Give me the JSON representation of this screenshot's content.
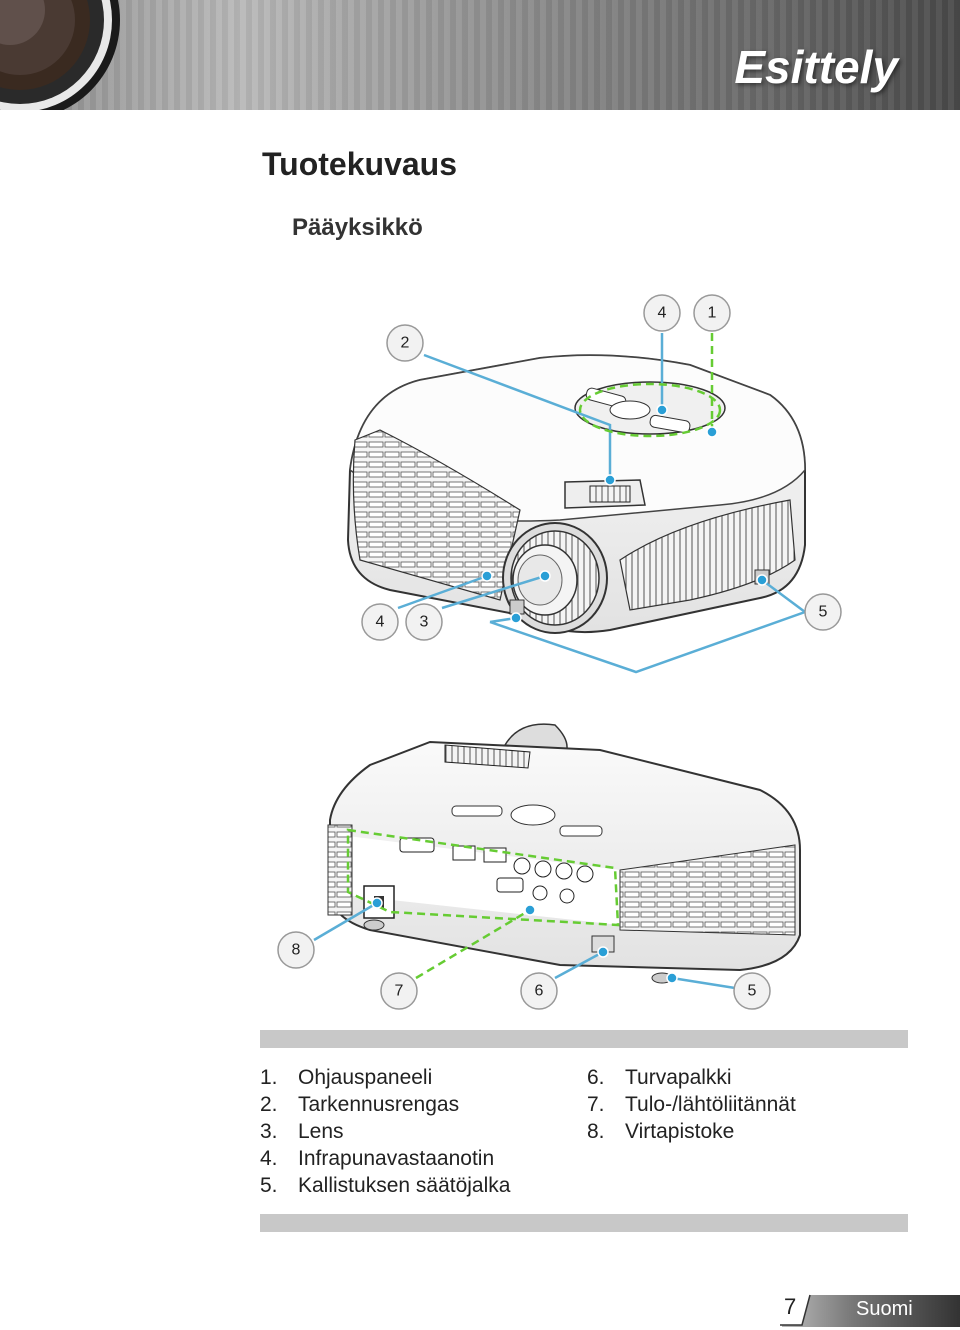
{
  "header": {
    "section_title": "Esittely"
  },
  "page": {
    "title": "Tuotekuvaus",
    "subtitle": "Pääyksikkö"
  },
  "callouts": {
    "top_4": "4",
    "top_1": "1",
    "top_2": "2",
    "mid_4": "4",
    "mid_3": "3",
    "mid_5": "5",
    "bot_8": "8",
    "bot_7": "7",
    "bot_6": "6",
    "bot_5": "5"
  },
  "legend_left": [
    {
      "num": "1.",
      "label": "Ohjauspaneeli"
    },
    {
      "num": "2.",
      "label": "Tarkennusrengas"
    },
    {
      "num": "3.",
      "label": "Lens"
    },
    {
      "num": "4.",
      "label": "Infrapunavastaanotin"
    },
    {
      "num": "5.",
      "label": "Kallistuksen säätöjalka"
    }
  ],
  "legend_right": [
    {
      "num": "6.",
      "label": "Turvapalkki"
    },
    {
      "num": "7.",
      "label": "Tulo-/lähtöliitännät"
    },
    {
      "num": "8.",
      "label": "Virtapistoke"
    }
  ],
  "footer": {
    "page_number": "7",
    "language": "Suomi"
  },
  "colors": {
    "leader_line": "#5aaed6",
    "highlight": "#66cc33",
    "bar": "#c8c8c8"
  }
}
